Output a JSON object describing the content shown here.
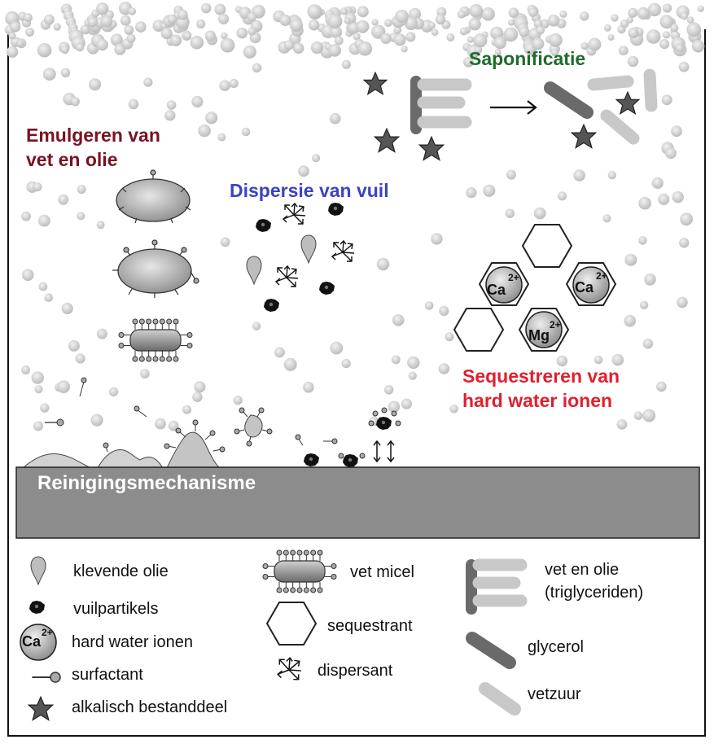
{
  "diagram": {
    "title": "Reinigingsmechanisme",
    "sections": {
      "saponification": "Saponificatie",
      "emulsify": [
        "Emulgeren van",
        "vet en olie"
      ],
      "dispersion": "Dispersie van vuil",
      "sequester": [
        "Sequestreren van",
        "hard water ionen"
      ]
    },
    "ions": [
      {
        "symbol": "Ca",
        "charge": "2+"
      },
      {
        "symbol": "Ca",
        "charge": "2+"
      },
      {
        "symbol": "Mg",
        "charge": "2+"
      }
    ],
    "legend": {
      "oil": "klevende olie",
      "dirt": "vuilpartikels",
      "hardwater": "hard water ionen",
      "surfactant": "surfactant",
      "alkaline": "alkalisch bestanddeel",
      "micelle": "vet micel",
      "sequestrant": "sequestrant",
      "dispersant": "dispersant",
      "fat": [
        "vet en olie",
        "(triglyceriden)"
      ],
      "glycerol": "glycerol",
      "fattyacid": "vetzuur",
      "ion_symbol": "Ca",
      "ion_charge": "2+"
    },
    "colors": {
      "saponification": "#1e6b2a",
      "emulsify": "#7a1323",
      "dispersion": "#3b43c0",
      "sequester": "#e0202e",
      "surface": "#8c8c8c",
      "glycerol": "#6a6a6a",
      "fattyacid": "#c8c8c8",
      "bubble": "#d6d6d6"
    }
  }
}
